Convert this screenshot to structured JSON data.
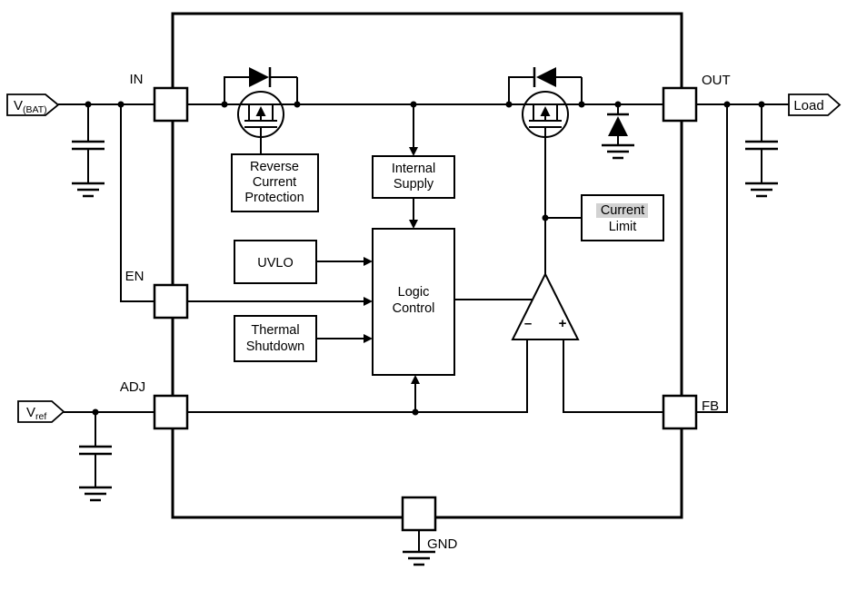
{
  "diagram": {
    "flags": {
      "vbat_main": "V",
      "vbat_sub": "(BAT)",
      "vref_main": "V",
      "vref_sub": "ref",
      "load": "Load"
    },
    "pins": {
      "in": "IN",
      "en": "EN",
      "adj": "ADJ",
      "out": "OUT",
      "fb": "FB",
      "gnd": "GND"
    },
    "blocks": {
      "reverse_current_protection": [
        "Reverse",
        "Current",
        "Protection"
      ],
      "internal_supply": [
        "Internal",
        "Supply"
      ],
      "uvlo": [
        "UVLO"
      ],
      "thermal_shutdown": [
        "Thermal",
        "Shutdown"
      ],
      "logic_control": [
        "Logic",
        "Control"
      ],
      "current_limit": [
        "Current",
        "Limit"
      ]
    },
    "comparator": {
      "minus": "–",
      "plus": "+"
    },
    "colors": {
      "line": "#000000",
      "background": "#ffffff",
      "highlight": "#d2d2d2"
    }
  }
}
